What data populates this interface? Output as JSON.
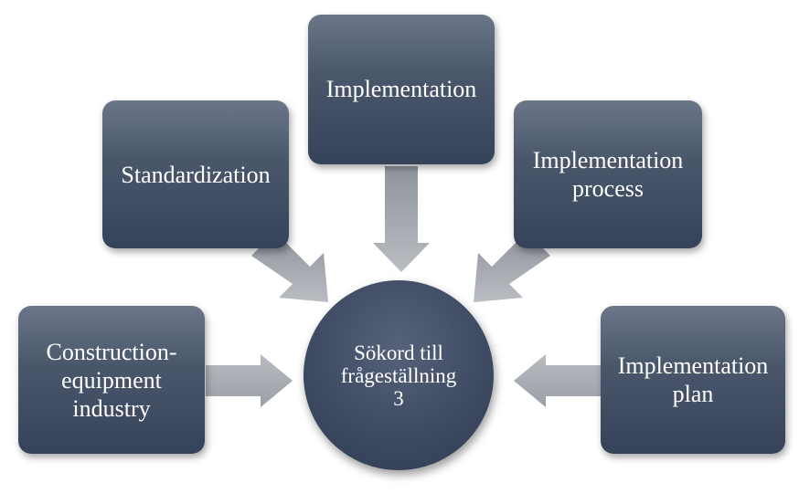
{
  "diagram": {
    "center": {
      "label": "Sökord till\nfrågeställning\n3"
    },
    "nodes": [
      {
        "id": "construction-equipment-industry",
        "label": "Construction-\nequipment\nindustry"
      },
      {
        "id": "standardization",
        "label": "Standardization"
      },
      {
        "id": "implementation",
        "label": "Implementation"
      },
      {
        "id": "implementation-process",
        "label": "Implementation\nprocess"
      },
      {
        "id": "implementation-plan",
        "label": "Implementation\nplan"
      }
    ]
  },
  "colors": {
    "box_top": "#6b7788",
    "box_bottom": "#35425a",
    "arrow": "#a9adb3",
    "text": "#ffffff"
  }
}
